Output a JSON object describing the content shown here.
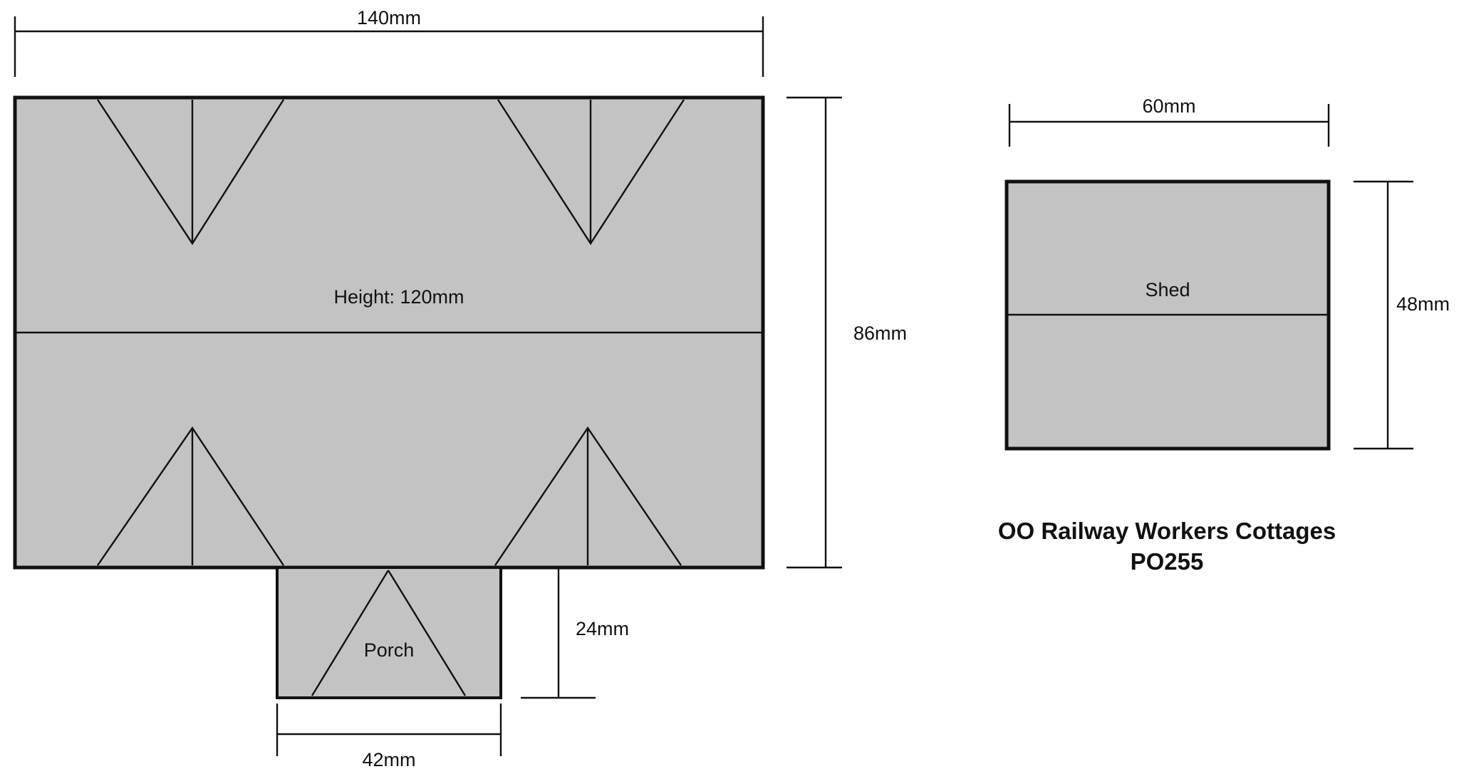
{
  "title": {
    "line1": "OO Railway Workers Cottages",
    "line2": "PO255"
  },
  "main_building": {
    "height_label": "Height: 120mm",
    "width_dim": "140mm",
    "depth_dim": "86mm"
  },
  "porch": {
    "label": "Porch",
    "width_dim": "42mm",
    "depth_dim": "24mm"
  },
  "shed": {
    "label": "Shed",
    "width_dim": "60mm",
    "depth_dim": "48mm"
  },
  "colors": {
    "footprint_fill": "#c3c3c3",
    "line": "#111111",
    "background": "#ffffff"
  }
}
